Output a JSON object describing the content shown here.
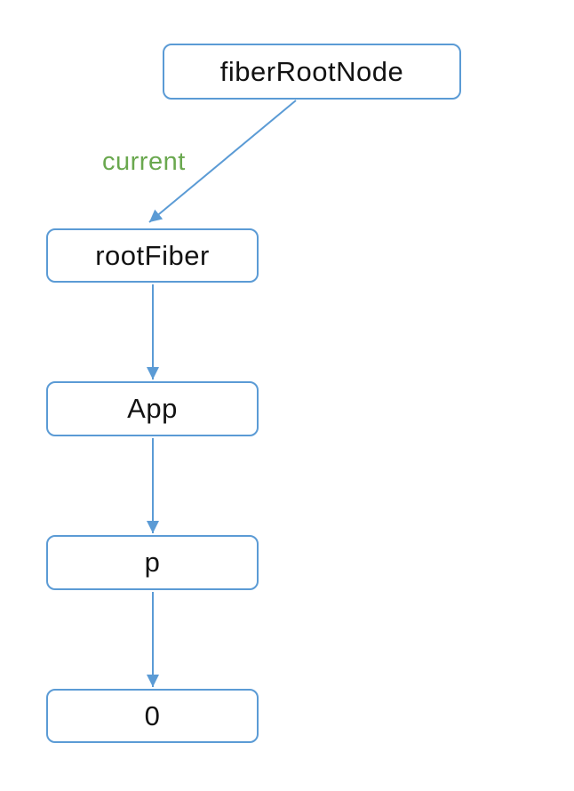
{
  "diagram": {
    "type": "tree",
    "nodes": [
      {
        "label": "fiberRootNode"
      },
      {
        "label": "rootFiber"
      },
      {
        "label": "App"
      },
      {
        "label": "p"
      },
      {
        "label": "0"
      }
    ],
    "edges": [
      {
        "from": "fiberRootNode",
        "to": "rootFiber",
        "label": "current"
      },
      {
        "from": "rootFiber",
        "to": "App",
        "label": ""
      },
      {
        "from": "App",
        "to": "p",
        "label": ""
      },
      {
        "from": "p",
        "to": "0",
        "label": ""
      }
    ],
    "colors": {
      "node_border": "#5b9bd5",
      "arrow": "#5b9bd5",
      "edge_label": "#6aa84f",
      "node_text": "#121212",
      "background": "#ffffff"
    }
  }
}
